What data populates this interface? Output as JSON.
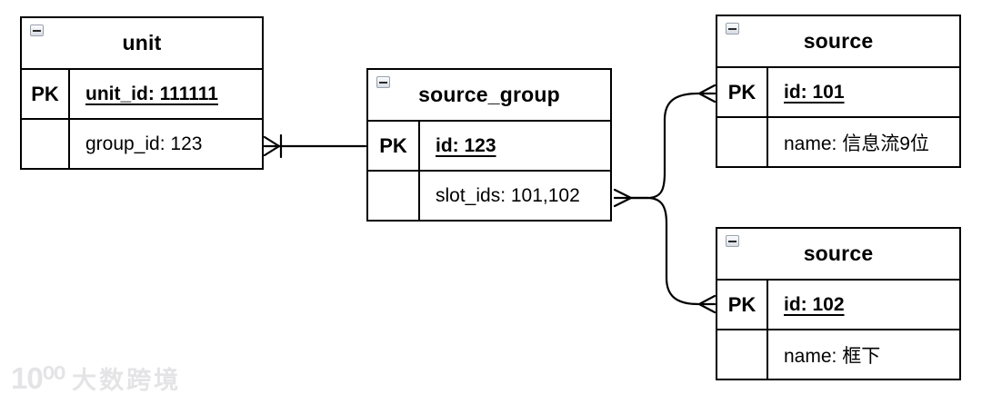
{
  "diagram": {
    "entities": [
      {
        "title": "unit",
        "rows": [
          {
            "key": "PK",
            "field": "unit_id: 111111"
          },
          {
            "key": "",
            "field": "group_id: 123"
          }
        ]
      },
      {
        "title": "source_group",
        "rows": [
          {
            "key": "PK",
            "field": "id: 123"
          },
          {
            "key": "",
            "field": "slot_ids: 101,102"
          }
        ]
      },
      {
        "title": "source",
        "rows": [
          {
            "key": "PK",
            "field": "id: 101"
          },
          {
            "key": "",
            "field": "name: 信息流9位"
          }
        ]
      },
      {
        "title": "source",
        "rows": [
          {
            "key": "PK",
            "field": "id: 102"
          },
          {
            "key": "",
            "field": "name: 框下"
          }
        ]
      }
    ],
    "relationships": [
      {
        "from": "unit.group_id",
        "to": "source_group.id",
        "from_end": "many-one",
        "to_end": "plain"
      },
      {
        "from": "source_group.slot_ids",
        "to": "source.id: 101",
        "from_end": "many",
        "to_end": "many"
      },
      {
        "from": "source_group.slot_ids",
        "to": "source.id: 102",
        "from_end": "many",
        "to_end": "many"
      }
    ],
    "icons": {
      "collapse_glyph": "−"
    },
    "colors": {
      "border": "#000000",
      "background": "#ffffff",
      "icon_bg": "#dde3ea",
      "icon_border": "#98a1ac",
      "watermark": "#e4e4e6"
    }
  },
  "watermark": {
    "logo": "10⁰⁰",
    "text": "大数跨境"
  }
}
